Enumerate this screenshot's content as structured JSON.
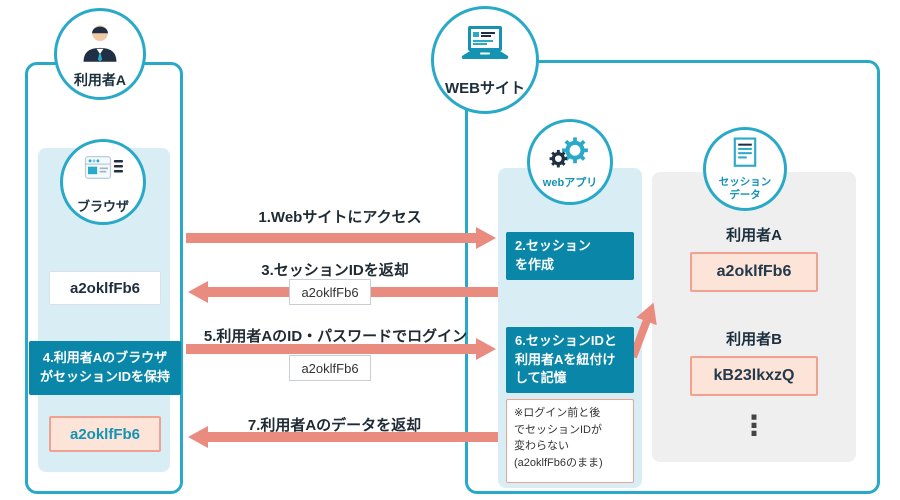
{
  "palette": {
    "teal_border": "#29a9c8",
    "teal_fill": "#0a87a8",
    "teal_text": "#1593b2",
    "salmon_arrow": "#ea8b80",
    "panel_blue": "#d9edf4",
    "panel_gray": "#efefef",
    "pink_bg": "#fce4d8",
    "pink_border": "#f0a292"
  },
  "actors": {
    "user_a": {
      "label": "利用者A"
    },
    "website": {
      "label": "WEBサイト"
    },
    "browser": {
      "label": "ブラウザ"
    },
    "webapp": {
      "label": "webアプリ"
    },
    "session_store": {
      "label": "セッション\nデータ"
    }
  },
  "browser_panel": {
    "session_id": "a2oklfFb6",
    "step4": "4.利用者Aのブラウザ\nがセッションIDを保持",
    "stored_session_id": "a2oklfFb6"
  },
  "flows": {
    "step1": "1.Webサイトにアクセス",
    "step3": "3.セッションIDを返却",
    "step3_token": "a2oklfFb6",
    "step5": "5.利用者AのID・パスワードでログイン",
    "step5_token": "a2oklfFb6",
    "step7": "7.利用者Aのデータを返却"
  },
  "webapp_panel": {
    "step2": "2.セッション\nを作成",
    "step6": "6.セッションIDと\n利用者Aを紐付け\nして記憶",
    "note": "※ログイン前と後\nでセッションIDが\n変わらない\n(a2oklfFb6のまま)"
  },
  "session_panel": {
    "entries": [
      {
        "user": "利用者A",
        "session_id": "a2oklfFb6"
      },
      {
        "user": "利用者B",
        "session_id": "kB23lkxzQ"
      }
    ],
    "more": "⋮"
  }
}
